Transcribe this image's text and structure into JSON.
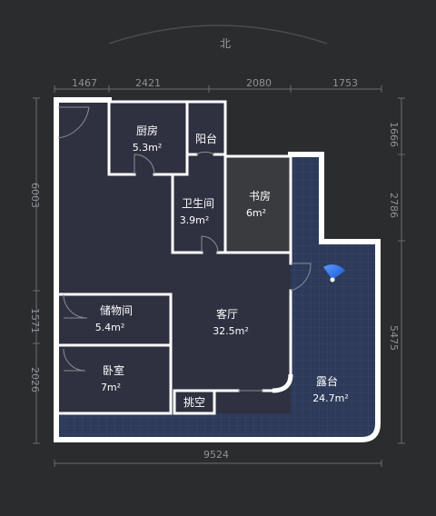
{
  "compass": {
    "label": "北"
  },
  "dimensions": {
    "top": [
      "1467",
      "2421",
      "2080",
      "1753"
    ],
    "left": [
      "6003",
      "1571",
      "2026"
    ],
    "right": [
      "1666",
      "2786",
      "5475"
    ],
    "bottom": "9524"
  },
  "rooms": {
    "kitchen": {
      "name": "厨房",
      "area": "5.3m²"
    },
    "balcony": {
      "name": "阳台"
    },
    "bathroom": {
      "name": "卫生间",
      "area": "3.9m²"
    },
    "study": {
      "name": "书房",
      "area": "6m²"
    },
    "storage": {
      "name": "储物间",
      "area": "5.4m²"
    },
    "living": {
      "name": "客厅",
      "area": "32.5m²"
    },
    "bedroom": {
      "name": "卧室",
      "area": "7m²"
    },
    "void": {
      "name": "挑空"
    },
    "terrace": {
      "name": "露台",
      "area": "24.7m²"
    }
  },
  "colors": {
    "background": "#2b2c2e",
    "floor": "#2f3140",
    "terrace_floor": "#2d3a5a",
    "study_floor": "#3a3b3e",
    "wall": "#ffffff",
    "compass_fan": "#3d7cf0"
  }
}
